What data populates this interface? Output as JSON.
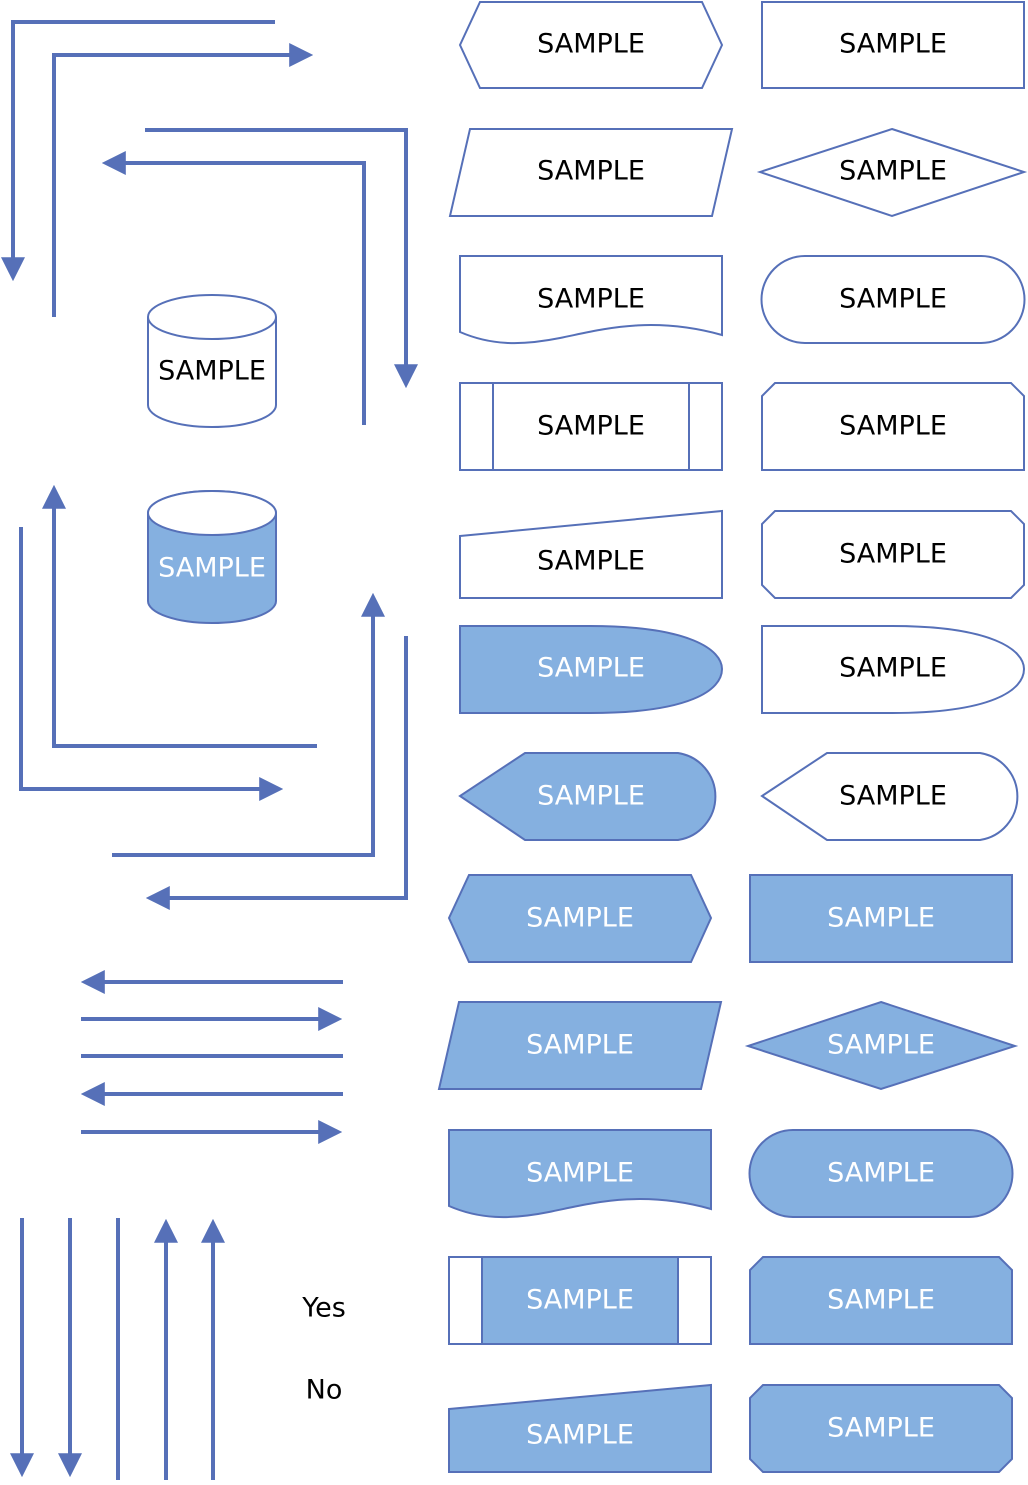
{
  "colors": {
    "stroke": "#5670b8",
    "fill": "#85b0e0",
    "text_dark": "#000000",
    "text_light": "#ffffff",
    "background": "#ffffff"
  },
  "labels": {
    "sample": "SAMPLE",
    "yes": "Yes",
    "no": "No"
  }
}
